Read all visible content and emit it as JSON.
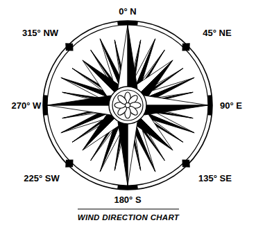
{
  "diagram": {
    "caption": "WIND DIRECTION CHART",
    "labels": [
      "0° N",
      "315° NW",
      "45° NE",
      "270° W",
      "90° E",
      "225° SW",
      "135° SE",
      "180° S"
    ]
  }
}
